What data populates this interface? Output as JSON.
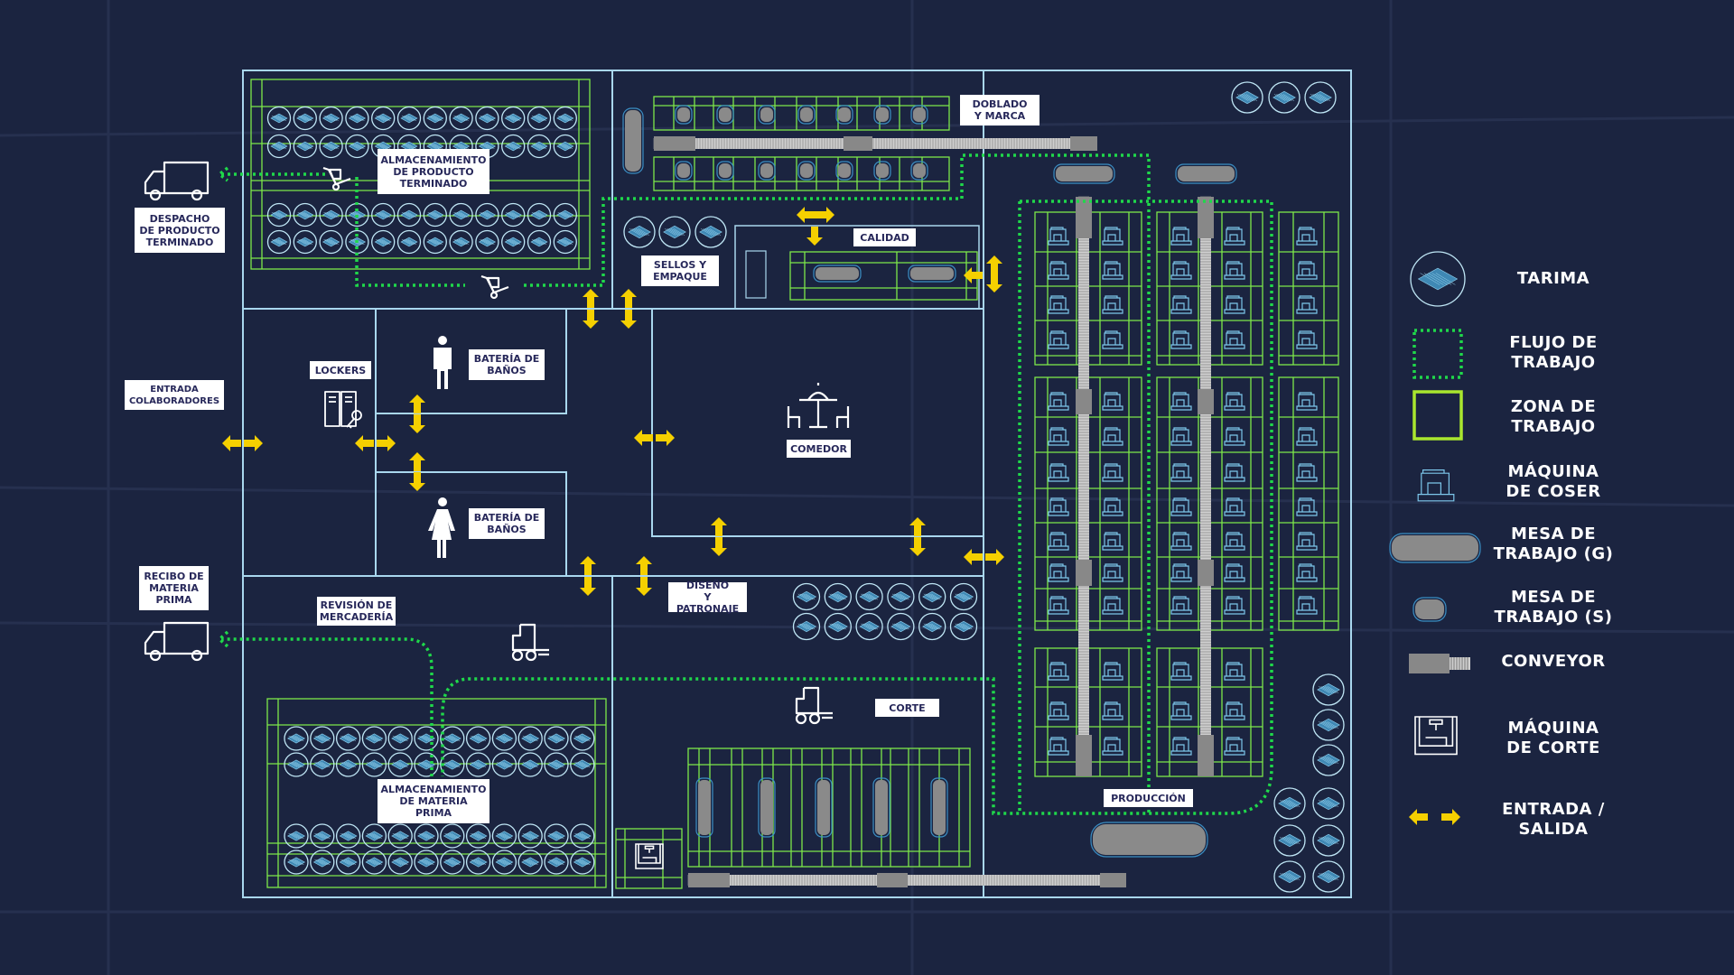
{
  "colors": {
    "background": "#1b2440",
    "wall": "#a9d7ee",
    "work_zone": "#7ee84a",
    "work_flow": "#1fd84a",
    "entry_exit": "#f5d000",
    "table_fill": "#8a8a8a",
    "label_text": "#27285a"
  },
  "areas": {
    "finished_storage": "ALMACENAMIENTO\nDE PRODUCTO\nTERMINADO",
    "dispatch": "DESPACHO\nDE PRODUCTO\nTERMINADO",
    "folding": "DOBLADO\nY MARCA",
    "quality": "CALIDAD",
    "packing": "SELLOS Y\nEMPAQUE",
    "lockers": "LOCKERS",
    "bath_men": "BATERÍA DE\nBAÑOS",
    "bath_women": "BATERÍA DE\nBAÑOS",
    "staff_entry": "ENTRADA\nCOLABORADORES",
    "dining": "COMEDOR",
    "receiving": "RECIBO DE\nMATERIA\nPRIMA",
    "inspection": "REVISIÓN DE\nMERCADERÍA",
    "design": "DISEÑO\nY PATRONAJE",
    "cutting": "CORTE",
    "raw_storage": "ALMACENAMIENTO\nDE MATERIA\nPRIMA",
    "production": "PRODUCCIÓN"
  },
  "icons": [
    "truck-icon",
    "hand-truck-icon",
    "forklift-icon",
    "man-icon",
    "woman-icon",
    "lockers-icon",
    "dining-table-icon",
    "tarima-icon",
    "sewing-machine-icon",
    "cutting-machine-icon",
    "conveyor-icon",
    "arrow-icon"
  ],
  "legend": [
    {
      "icon": "tarima-icon",
      "label": "TARIMA"
    },
    {
      "icon": "work-flow-icon",
      "label": "FLUJO DE\nTRABAJO"
    },
    {
      "icon": "work-zone-icon",
      "label": "ZONA DE\nTRABAJO"
    },
    {
      "icon": "sewing-machine-icon",
      "label": "MÁQUINA\nDE COSER"
    },
    {
      "icon": "large-table-icon",
      "label": "MESA DE\nTRABAJO (G)"
    },
    {
      "icon": "small-table-icon",
      "label": "MESA DE\nTRABAJO (S)"
    },
    {
      "icon": "conveyor-icon",
      "label": "CONVEYOR"
    },
    {
      "icon": "cutting-machine-icon",
      "label": "MÁQUINA\nDE CORTE"
    },
    {
      "icon": "entry-exit-icon",
      "label": "ENTRADA /\nSALIDA"
    }
  ]
}
